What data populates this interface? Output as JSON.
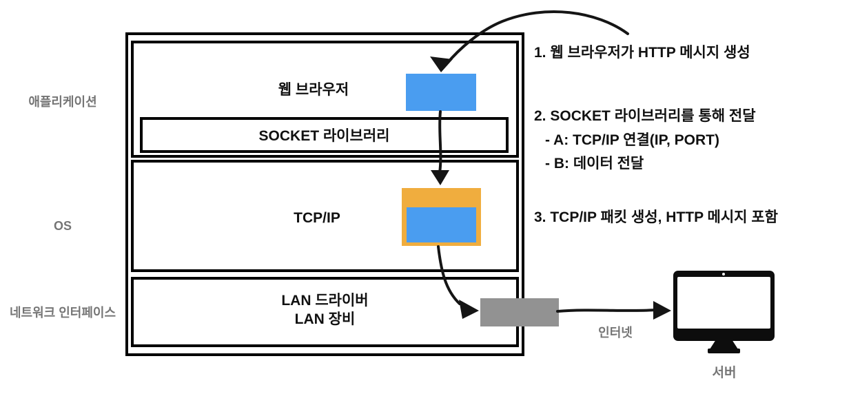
{
  "layers": {
    "application_label": "애플리케이션",
    "os_label": "OS",
    "network_interface_label": "네트워크 인터페이스"
  },
  "stack": {
    "web_browser_label": "웹 브라우저",
    "socket_library_label": "SOCKET 라이브러리",
    "tcpip_label": "TCP/IP",
    "lan_driver_label": "LAN 드라이버",
    "lan_equipment_label": "LAN 장비"
  },
  "steps": {
    "step1": "1. 웹 브라우저가 HTTP 메시지 생성",
    "step2": "2. SOCKET 라이브러리를 통해 전달",
    "step2a": "- A: TCP/IP 연결(IP, PORT)",
    "step2b": "- B: 데이터 전달",
    "step3": "3. TCP/IP 패킷 생성, HTTP 메시지 포함"
  },
  "network": {
    "internet_label": "인터넷",
    "server_label": "서버"
  },
  "colors": {
    "http_message_blue": "#4A9DF0",
    "tcp_packet_orange": "#F0AD3E",
    "lan_frame_gray": "#929292"
  }
}
